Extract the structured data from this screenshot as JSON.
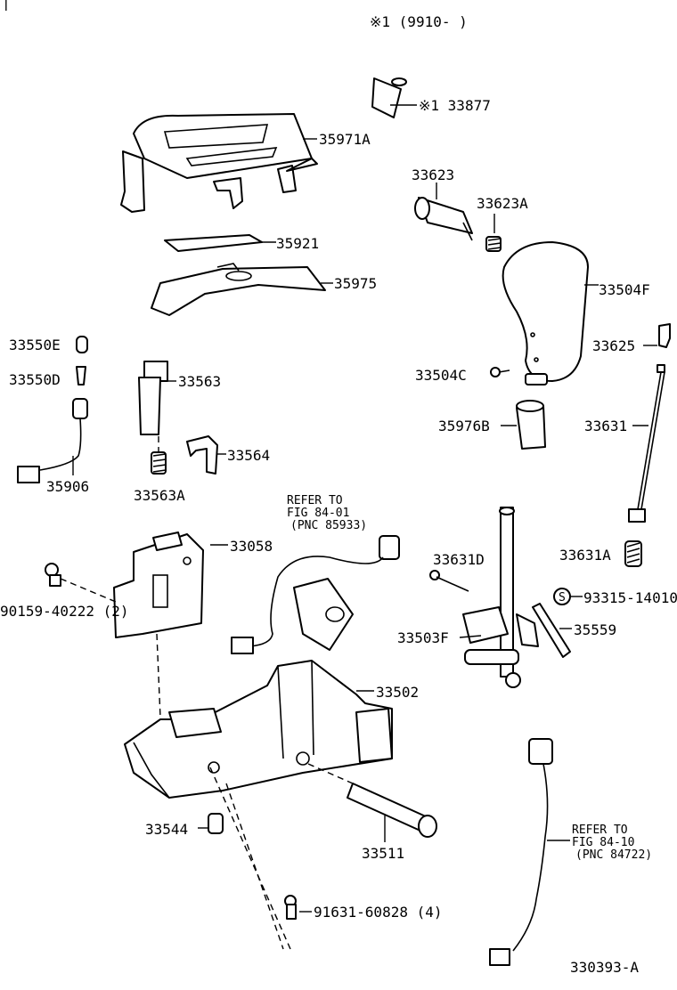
{
  "header": {
    "note": "※1 (9910-     )",
    "tick": "|"
  },
  "labels": {
    "p33877": "※1 33877",
    "p35971A": "35971A",
    "p33623": "33623",
    "p33623A": "33623A",
    "p35921": "35921",
    "p35975": "35975",
    "p33504F": "33504F",
    "p33550E": "33550E",
    "p33550D": "33550D",
    "p33563": "33563",
    "p33625": "33625",
    "p33504C": "33504C",
    "p35976B": "35976B",
    "p33631": "33631",
    "p33564": "33564",
    "p35906": "35906",
    "p33563A": "33563A",
    "p33058": "33058",
    "p33631D": "33631D",
    "p33631A": "33631A",
    "p90159": "90159-40222 (2)",
    "p93315": "93315-14010",
    "p33503F": "33503F",
    "p35559": "35559",
    "p33502": "33502",
    "p33544": "33544",
    "p33511": "33511",
    "p91631": "91631-60828 (4)",
    "symbol_s": "S"
  },
  "references": {
    "r1_line1": "REFER TO",
    "r1_line2": "FIG 84-01",
    "r1_line3": "(PNC 85933)",
    "r2_line1": "REFER TO",
    "r2_line2": "FIG 84-10",
    "r2_line3": "(PNC 84722)"
  },
  "drawing_number": "330393-A"
}
